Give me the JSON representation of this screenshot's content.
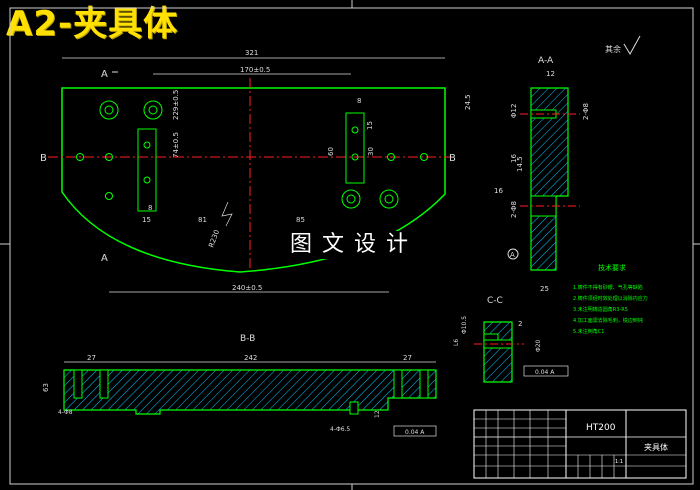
{
  "title": "A2-夹具体",
  "watermark": "图文设计",
  "roughness_symbol": "其余",
  "views": {
    "plan": {
      "section_A": "A",
      "section_B": "B",
      "dims": {
        "overall_width": "321",
        "hole_span_top": "170±0.5",
        "bottom_span": "240±0.5",
        "left_offset": "229±0.5",
        "left_vertical": "74±0.5",
        "right_offset": "24.5",
        "slot_height": "60",
        "slot_depth": "30",
        "slot_w1": "8",
        "slot_w2": "15",
        "left_gap": "15",
        "left_small": "8",
        "mid_81": "81",
        "mid_85": "85",
        "arc_radius": "R230"
      }
    },
    "section_AA": {
      "label": "A-A",
      "dims": {
        "top": "12",
        "width": "25",
        "d12": "Φ12",
        "d8": "2-Φ8",
        "c16": "16",
        "c14": "14.5",
        "c16b": "16",
        "c8": "2-Φ8"
      }
    },
    "section_BB": {
      "label": "B-B",
      "dims": {
        "left": "27",
        "middle": "242",
        "right": "27",
        "height": "63",
        "holes_left": "4-Φ8",
        "holes_right": "4-Φ6.5",
        "thick": "12",
        "tol_box": "0.04 A"
      }
    },
    "section_CC": {
      "label": "C-C",
      "dims": {
        "d": "Φ10.5",
        "two": "2",
        "l6": "L6",
        "d20": "Φ20",
        "tol_box": "0.04 A"
      }
    },
    "circle_marker": "A"
  },
  "tech_notes": {
    "heading": "技术要求",
    "items": [
      "1.铸件不得有砂眼、气孔等缺陷",
      "2.铸件须经时效处理以消除内应力",
      "3.未注明铸造圆角R3-R5",
      "4.加工面需去除毛刺，锐边倒钝",
      "5.未注倒角C1"
    ]
  },
  "title_block": {
    "material": "HT200",
    "part_name": "夹具体",
    "scale": "1:1"
  },
  "colors": {
    "background": "#000000",
    "outline": "#00ff00",
    "hatch": "#00c8ff",
    "dimension": "#dddddd",
    "centerline": "#ff2020",
    "title": "#ffe000"
  }
}
